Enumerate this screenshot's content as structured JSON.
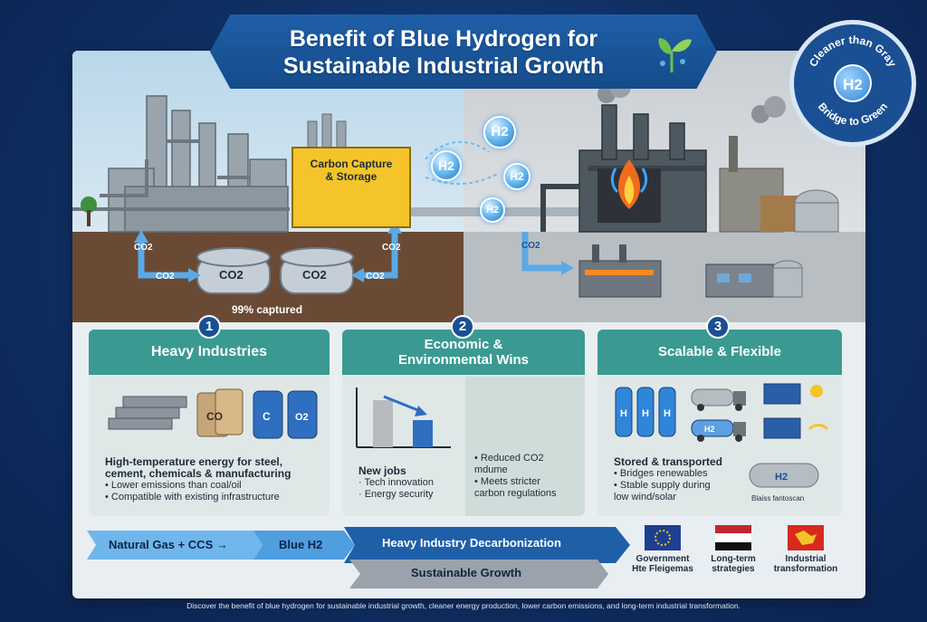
{
  "title": {
    "line1": "Benefit of Blue Hydrogen for",
    "line2": "Sustainable Industrial Growth"
  },
  "badge": {
    "top_text": "Cleaner than Gray",
    "bottom_text": "Bridge to Green",
    "center": "H2"
  },
  "scene": {
    "ccs_label_line1": "Carbon Capture",
    "ccs_label_line2": "& Storage",
    "tank_label": "CO2",
    "co2_tag": "CO2",
    "captured": "99% captured",
    "h2_label": "H2"
  },
  "panels": [
    {
      "number": "1",
      "title": "Heavy Industries",
      "heading_line1": "High-temperature energy for steel,",
      "heading_line2": "cement, chemicals & manufacturing",
      "bullets": [
        "• Lower emissions than coal/oil",
        "• Compatible with existing infrastructure"
      ],
      "bag_label": "CO",
      "drum_labels": [
        "C",
        "O2"
      ]
    },
    {
      "number": "2",
      "title_line1": "Economic &",
      "title_line2": "Environmental Wins",
      "left_heading": "New jobs",
      "left_bullets": [
        "· Tech innovation",
        "· Energy security"
      ],
      "right_bullets": [
        "• Reduced CO2",
        "mdume",
        "• Meets stricter",
        "carbon regulations"
      ]
    },
    {
      "number": "3",
      "title": "Scalable & Flexible",
      "heading": "Stored & transported",
      "bullets": [
        "• Bridges renewables",
        "• Stable supply during",
        "low wind/solar"
      ],
      "cylinder_label": "H",
      "truck_label": "H2",
      "tank_label": "H2",
      "tank_caption": "Blaiss fantoscan"
    }
  ],
  "flow": {
    "step1": "Natural Gas + CCS",
    "arrow": "→",
    "step2": "Blue H2",
    "step3": "Heavy Industry Decarbonization",
    "step4": "Sustainable Growth"
  },
  "flags": [
    {
      "line1": "Government",
      "line2": "Hte Fleigemas",
      "color": "#1e3f8f"
    },
    {
      "line1": "Long-term",
      "line2": "strategies",
      "color": "#c1272d"
    },
    {
      "line1": "Industrial",
      "line2": "transformation",
      "color": "#d72a1e"
    }
  ],
  "footer": "Discover the benefit of blue hydrogen for sustainable industrial growth, cleaner energy production, lower carbon emissions, and long-term industrial transformation.",
  "colors": {
    "navy": "#0e2a57",
    "teal": "#3a9a92",
    "blue": "#1a4f93",
    "yellow": "#f4c42a",
    "flame": "#f26b1d"
  }
}
